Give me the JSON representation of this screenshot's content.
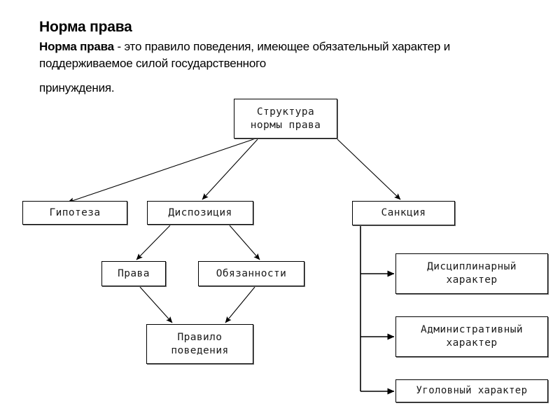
{
  "header": {
    "title": "Норма права",
    "definition_lead": "Норма права",
    "definition_rest": " - это правило поведения, имеющее обязательный характер и поддерживаемое силой государственного",
    "definition_tail": "принуждения."
  },
  "diagram": {
    "type": "tree",
    "nodes": {
      "root": "Структура\nнормы права",
      "hypothesis": "Гипотеза",
      "disposition": "Диспозиция",
      "sanction": "Санкция",
      "rights": "Права",
      "duties": "Обязанности",
      "rule": "Правило\nповедения",
      "disciplinary": "Дисциплинарный\nхарактер",
      "administrative": "Административный\nхарактер",
      "criminal": "Уголовный характер"
    },
    "edges": [
      {
        "from": "root",
        "to": "hypothesis",
        "style": "diagonal-arrow"
      },
      {
        "from": "root",
        "to": "disposition",
        "style": "diagonal-arrow"
      },
      {
        "from": "root",
        "to": "sanction",
        "style": "diagonal-arrow"
      },
      {
        "from": "disposition",
        "to": "rights",
        "style": "diagonal-arrow"
      },
      {
        "from": "disposition",
        "to": "duties",
        "style": "diagonal-arrow"
      },
      {
        "from": "rights",
        "to": "rule",
        "style": "diagonal-arrow"
      },
      {
        "from": "duties",
        "to": "rule",
        "style": "diagonal-arrow"
      },
      {
        "from": "sanction",
        "to": "disciplinary",
        "style": "elbow-arrow"
      },
      {
        "from": "sanction",
        "to": "administrative",
        "style": "elbow-arrow"
      },
      {
        "from": "sanction",
        "to": "criminal",
        "style": "elbow-arrow"
      }
    ]
  },
  "colors": {
    "background": "#ffffff",
    "stroke": "#000000",
    "text": "#1a1a1a"
  }
}
